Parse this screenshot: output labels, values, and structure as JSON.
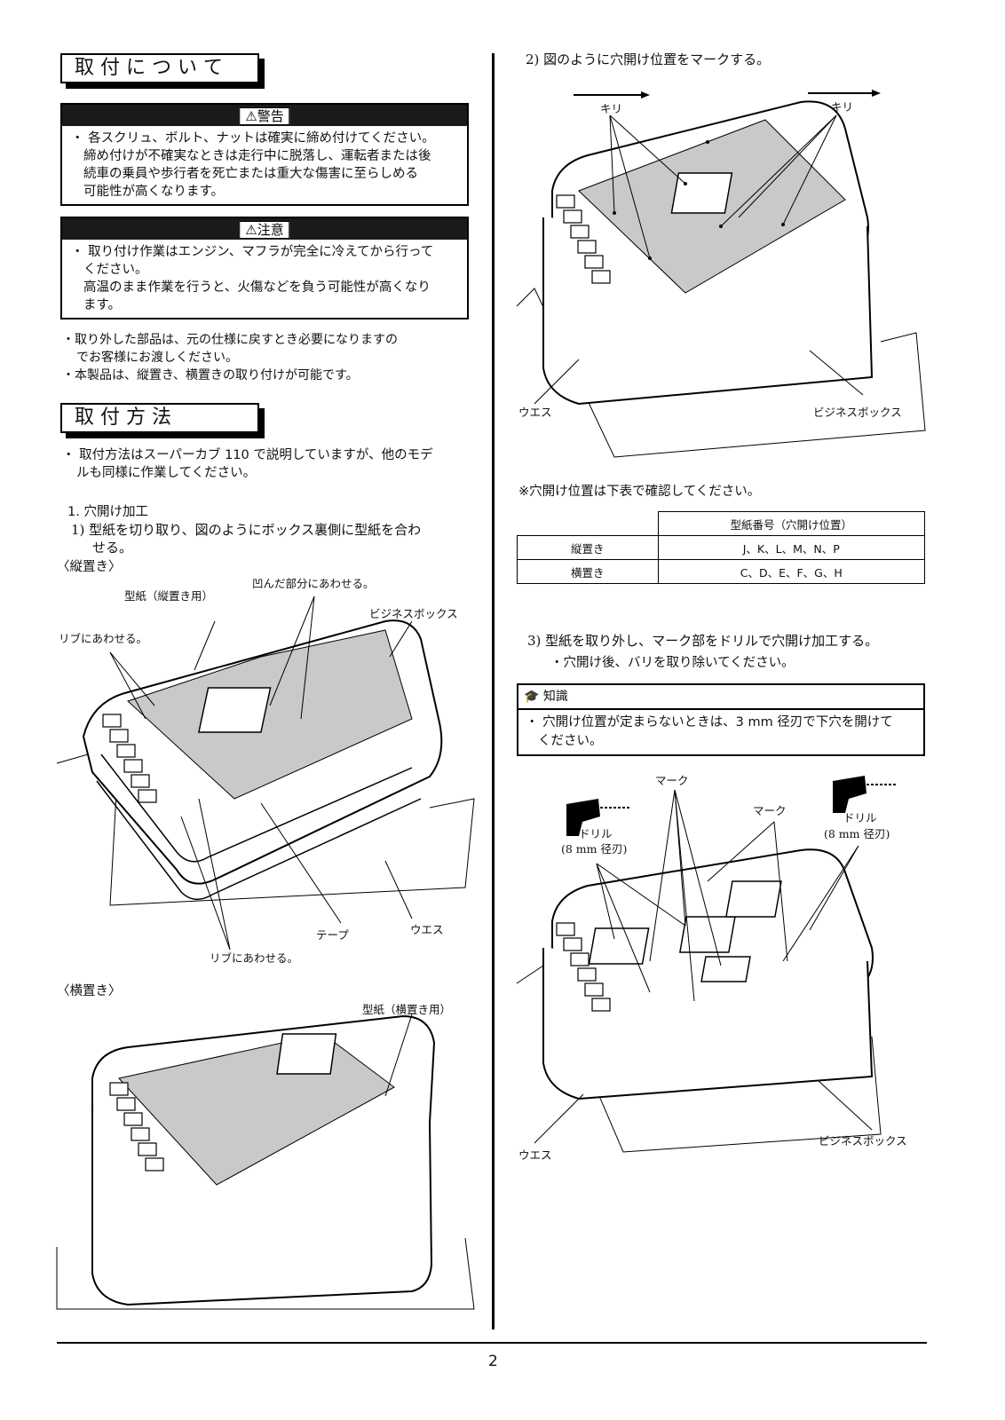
{
  "left": {
    "heading1": "取 付 に つ い て",
    "warning": {
      "title": "警告",
      "bullet": "・ 各スクリュ、ボルト、ナットは確実に締め付けてください。",
      "detail1": "締め付けが不確実なときは走行中に脱落し、運転者または後",
      "detail2": "続車の乗員や歩行者を死亡または重大な傷害に至らしめる",
      "detail3": "可能性が高くなります。"
    },
    "caution": {
      "title": "注意",
      "bullet1": "・ 取り付け作業はエンジン、マフラが完全に冷えてから行って",
      "bullet2": "ください。",
      "detail1": "高温のまま作業を行うと、火傷などを負う可能性が高くなり",
      "detail2": "ます。"
    },
    "note1a": "・取り外した部品は、元の仕様に戻すとき必要になりますの",
    "note1b": "でお客様にお渡しください。",
    "note2": "・本製品は、縦置き、横置きの取り付けが可能です。",
    "heading2": "取 付 方 法",
    "method1": "・ 取付方法はスーパーカブ 110 で説明していますが、他のモデ",
    "method2": "ルも同様に作業してください。",
    "step1": "1.  穴開け加工",
    "step1_1a": "1) 型紙を切り取り、図のようにボックス裏側に型紙を合わ",
    "step1_1b": "せる。",
    "vertical_label": "〈縦置き〉",
    "fig1": {
      "template": "型紙（縦置き用）",
      "recess": "凹んだ部分にあわせる。",
      "box": "ビジネスボックス",
      "rib1": "リブにあわせる。",
      "tape": "テープ",
      "waist": "ウエス",
      "rib2": "リブにあわせる。"
    },
    "horizontal_label": "〈横置き〉",
    "fig2": {
      "template": "型紙（横置き用）"
    }
  },
  "right": {
    "step2": "2) 図のように穴開け位置をマークする。",
    "fig3": {
      "awl_left": "キリ",
      "awl_right": "キリ",
      "waist": "ウエス",
      "box": "ビジネスボックス"
    },
    "table_note": "※穴開け位置は下表で確認してください。",
    "table": {
      "header": "型紙番号（穴開け位置）",
      "rows": [
        {
          "label": "縦置き",
          "value": "J、K、L、M、N、P"
        },
        {
          "label": "横置き",
          "value": "C、D、E、F、G、H"
        }
      ]
    },
    "step3a": "3) 型紙を取り外し、マーク部をドリルで穴開け加工する。",
    "step3b": "・穴開け後、バリを取り除いてください。",
    "knowledge": {
      "title": "知識",
      "line1": "・ 穴開け位置が定まらないときは、3 mm 径刃で下穴を開けて",
      "line2": "ください。"
    },
    "fig4": {
      "mark_top": "マーク",
      "mark_right": "マーク",
      "drill_left": "ドリル",
      "drill_left_size": "(8 mm 径刃)",
      "drill_right": "ドリル",
      "drill_right_size": "(8 mm 径刃)",
      "waist": "ウエス",
      "box": "ビジネスボックス"
    }
  },
  "page_number": "2"
}
